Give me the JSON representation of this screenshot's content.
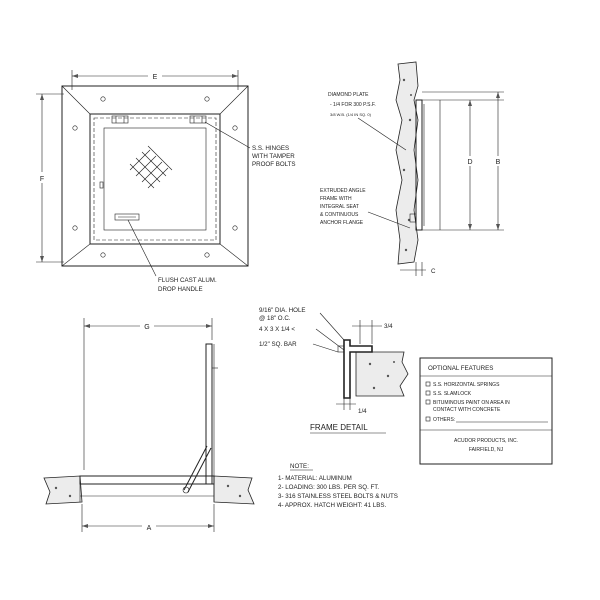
{
  "plan_view": {
    "dim_top": "E",
    "dim_left": "F",
    "callout_hinges": [
      "S.S. HINGES",
      "WITH TAMPER",
      "PROOF BOLTS"
    ],
    "callout_handle": [
      "FLUSH CAST ALUM.",
      "DROP HANDLE"
    ]
  },
  "section_view": {
    "title": "DIAMOND PLATE",
    "loading_note": "- 1/4 FOR 300 P.S.F.",
    "small_note": "3/8 W.B. (1/4 IN SQ. 0)",
    "frame_note": [
      "EXTRUDED ANGLE",
      "FRAME WITH",
      "INTEGRAL SEAT",
      "& CONTINUOUS",
      "ANCHOR FLANGE"
    ],
    "dim_d": "D",
    "dim_b": "B",
    "dim_c": "C"
  },
  "elevation_view": {
    "dim_top": "G",
    "dim_bottom": "A"
  },
  "frame_detail": {
    "hole_note": [
      "9/16\" DIA. HOLE",
      "@ 18\" O.C."
    ],
    "angle_note": "4 X 3 X 1/4 <",
    "bar_note": "1/2\" SQ. BAR",
    "dim_right": "3/4",
    "dim_bottom": "1/4",
    "title": "FRAME DETAIL"
  },
  "notes": {
    "title": "NOTE:",
    "items": [
      "1- MATERIAL: ALUMINUM",
      "2- LOADING: 300 LBS. PER SQ. FT.",
      "3- 316 STAINLESS STEEL BOLTS & NUTS",
      "4- APPROX. HATCH WEIGHT: 41 LBS."
    ]
  },
  "optional_features": {
    "title": "OPTIONAL FEATURES",
    "items": [
      "S.S. HORIZONTAL SPRINGS",
      "S.S. SLAMLOCK",
      "BITUMINOUS PAINT ON AREA IN",
      "CONTACT WITH CONCRETE",
      "OTHERS:"
    ],
    "company": "ACUDOR PRODUCTS, INC.",
    "city": "FAIRFIELD, NJ"
  }
}
